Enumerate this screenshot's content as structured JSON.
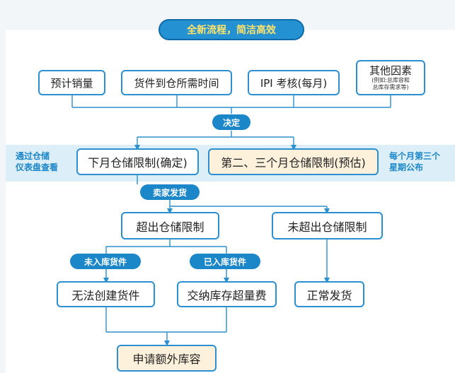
{
  "title": "全新流程，简洁高效",
  "factors": [
    {
      "label": "预计销量"
    },
    {
      "label": "货件到仓所需时间"
    },
    {
      "label": "IPI 考核(每月)"
    },
    {
      "label": "其他因素",
      "note_line1": "(例如:总库容和",
      "note_line2": "总库存需求等)"
    }
  ],
  "decide_label": "决定",
  "side_left_line1": "通过仓储",
  "side_left_line2": "仪表盘查看",
  "next_month": "下月仓储限制(确定)",
  "month23": "第二、三个月仓储限制(预估)",
  "side_right_line1": "每个月第三个",
  "side_right_line2": "星期公布",
  "seller_ship": "卖家发货",
  "exceed": "超出仓储限制",
  "not_exceed": "未超出仓储限制",
  "not_received": "未入库货件",
  "received": "已入库货件",
  "cannot_create": "无法创建货件",
  "pay_fee": "交纳库存超量费",
  "normal_ship": "正常发货",
  "apply_extra": "申请额外库容",
  "colors": {
    "accent": "#1b86c8",
    "title_text": "#ffe36b",
    "cream": "#fdf1dc",
    "band": "#dceff8"
  }
}
